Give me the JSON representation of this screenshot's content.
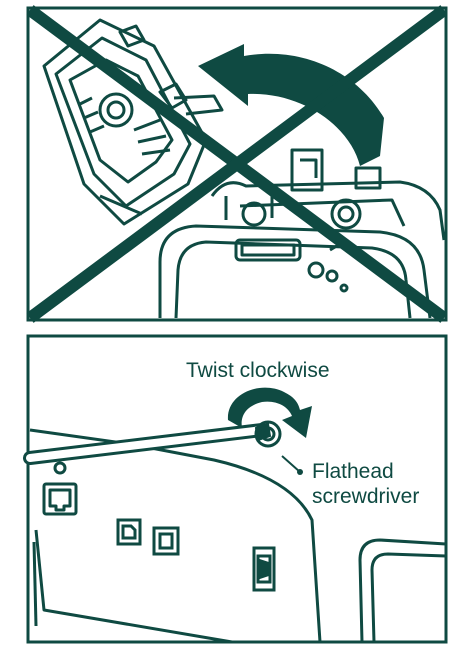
{
  "colors": {
    "line": "#0f4a42",
    "background": "#ffffff"
  },
  "panel_top": {
    "status": "prohibited",
    "icons": [
      "curved-rotation-arrow-icon",
      "prohibited-cross-icon"
    ]
  },
  "panel_bottom": {
    "instruction": "Twist clockwise",
    "callout_line1": "Flathead",
    "callout_line2": "screwdriver",
    "icons": [
      "clockwise-arrow-icon",
      "flathead-screwdriver-icon",
      "ethernet-port-icon",
      "power-switch-icon"
    ]
  }
}
